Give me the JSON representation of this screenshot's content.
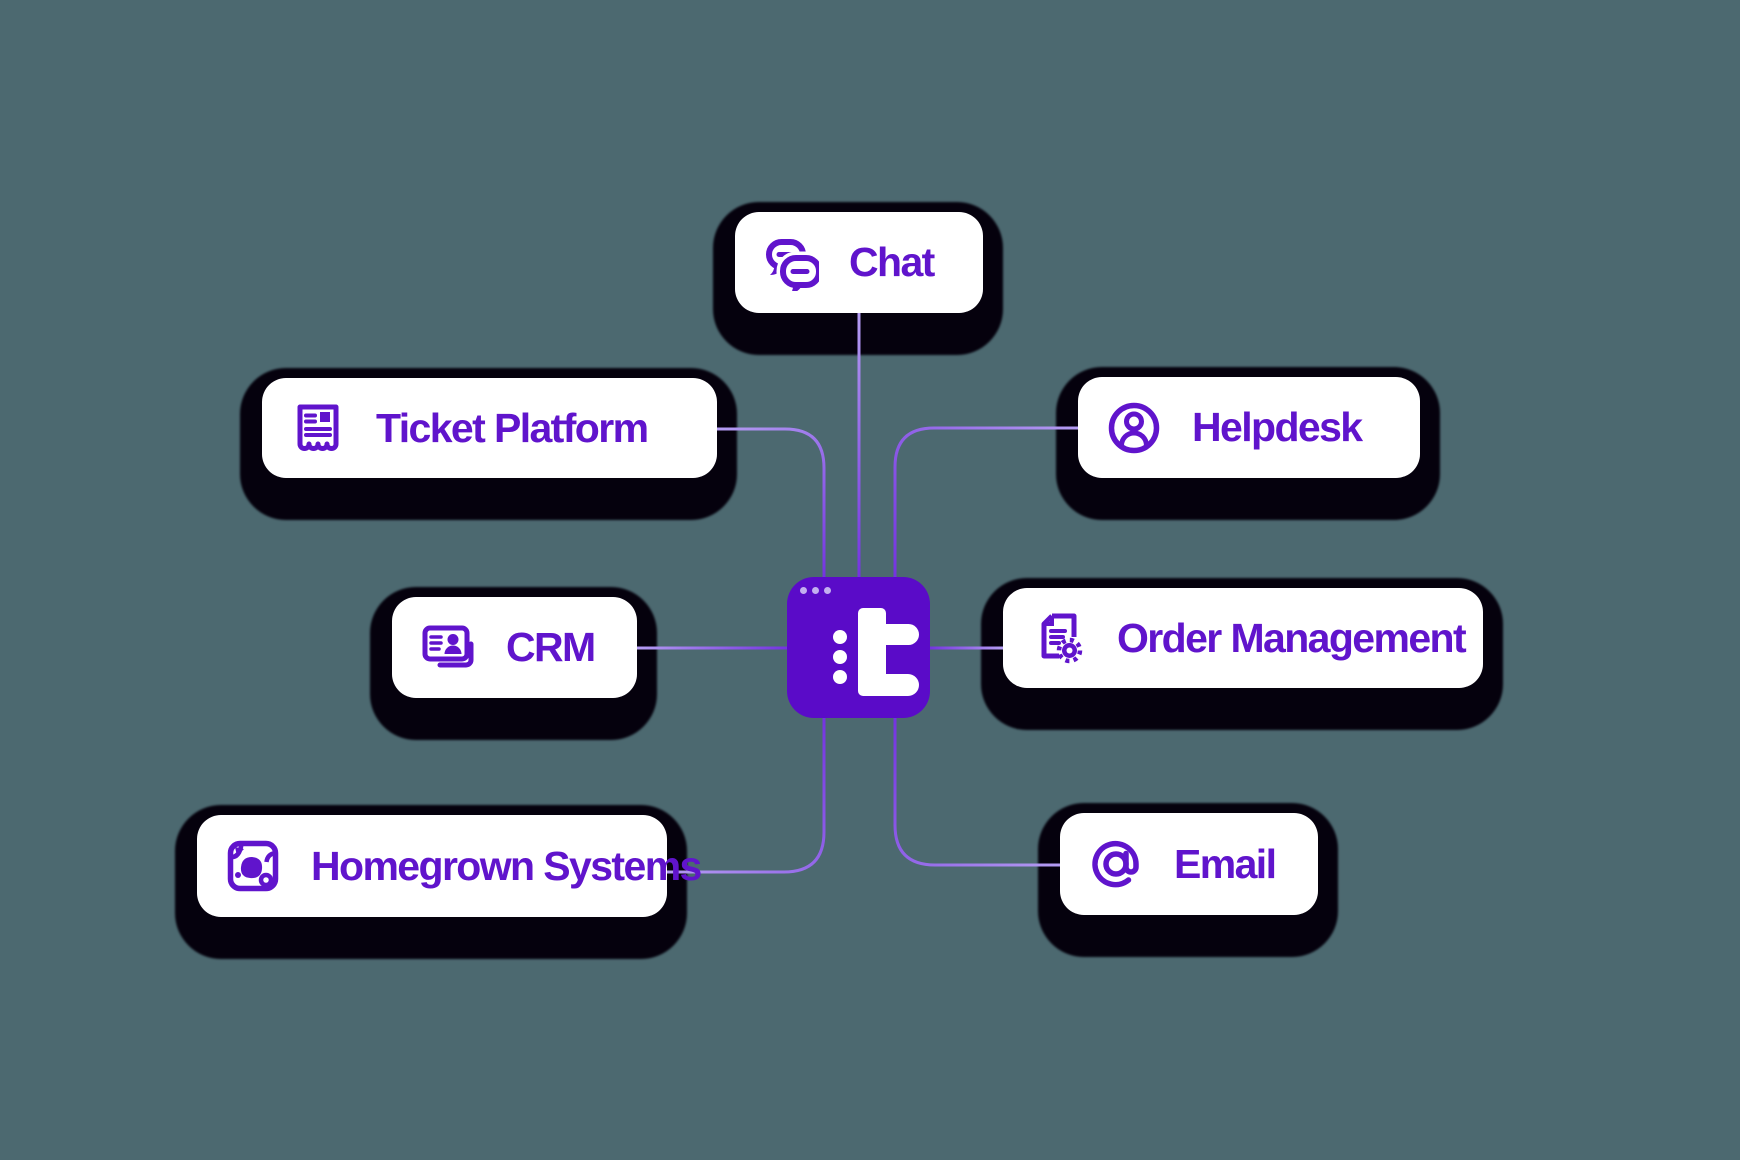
{
  "diagram": {
    "title_hidden": "",
    "background_color": "#4C6970",
    "hub": {
      "logo_letter": "t",
      "color": "#5A0BC8",
      "window_dots": 3
    },
    "nodes": {
      "chat": {
        "label": "Chat",
        "icon": "chat-bubbles-icon"
      },
      "ticket": {
        "label": "Ticket Platform",
        "icon": "ticket-receipt-icon"
      },
      "helpdesk": {
        "label": "Helpdesk",
        "icon": "user-circle-icon"
      },
      "crm": {
        "label": "CRM",
        "icon": "contact-card-icon"
      },
      "order": {
        "label": "Order Management",
        "icon": "document-gear-icon"
      },
      "homegrown": {
        "label": "Homegrown Systems",
        "icon": "custom-system-icon"
      },
      "email": {
        "label": "Email",
        "icon": "at-sign-icon"
      }
    },
    "colors": {
      "card_bg": "#FFFFFF",
      "card_text": "#6014CC",
      "icon": "#6014CC",
      "connector_light": "#B49CF2",
      "connector_dark": "#7434E0",
      "shadow": "#05010D",
      "hub_dot": "#C3AFF0"
    }
  }
}
